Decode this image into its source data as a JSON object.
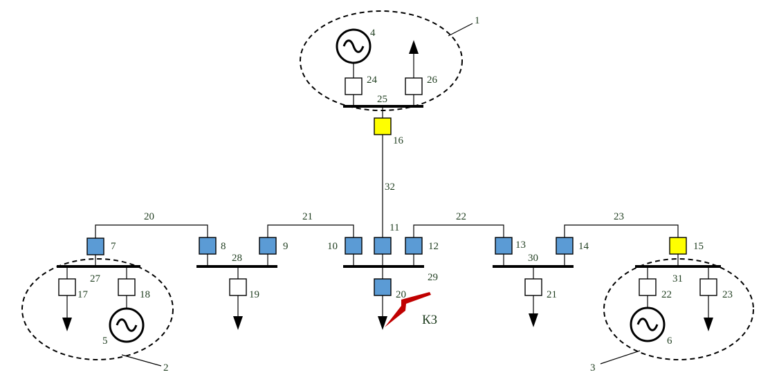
{
  "diagram": {
    "zones": {
      "z1": "1",
      "z2": "2",
      "z3": "3"
    },
    "generators": {
      "g4": "4",
      "g5": "5",
      "g6": "6"
    },
    "switches": {
      "s7": "7",
      "s8": "8",
      "s9": "9",
      "s10": "10",
      "s11": "11",
      "s12": "12",
      "s13": "13",
      "s14": "14",
      "s15": "15",
      "s16": "16",
      "s17": "17",
      "s18": "18",
      "s19": "19",
      "s20": "20",
      "s21": "21",
      "s22": "22",
      "s23": "23",
      "s24": "24",
      "s26": "26"
    },
    "buses": {
      "b25": "25",
      "b27": "27",
      "b28": "28",
      "b29": "29",
      "b30": "30",
      "b31": "31"
    },
    "lines": {
      "l20": "20",
      "l21": "21",
      "l22": "22",
      "l23": "23",
      "l32": "32"
    },
    "fault_label": "КЗ",
    "colors": {
      "blue_switch": "#5b9bd5",
      "yellow_switch": "#ffff00",
      "fault": "#c00000"
    }
  }
}
